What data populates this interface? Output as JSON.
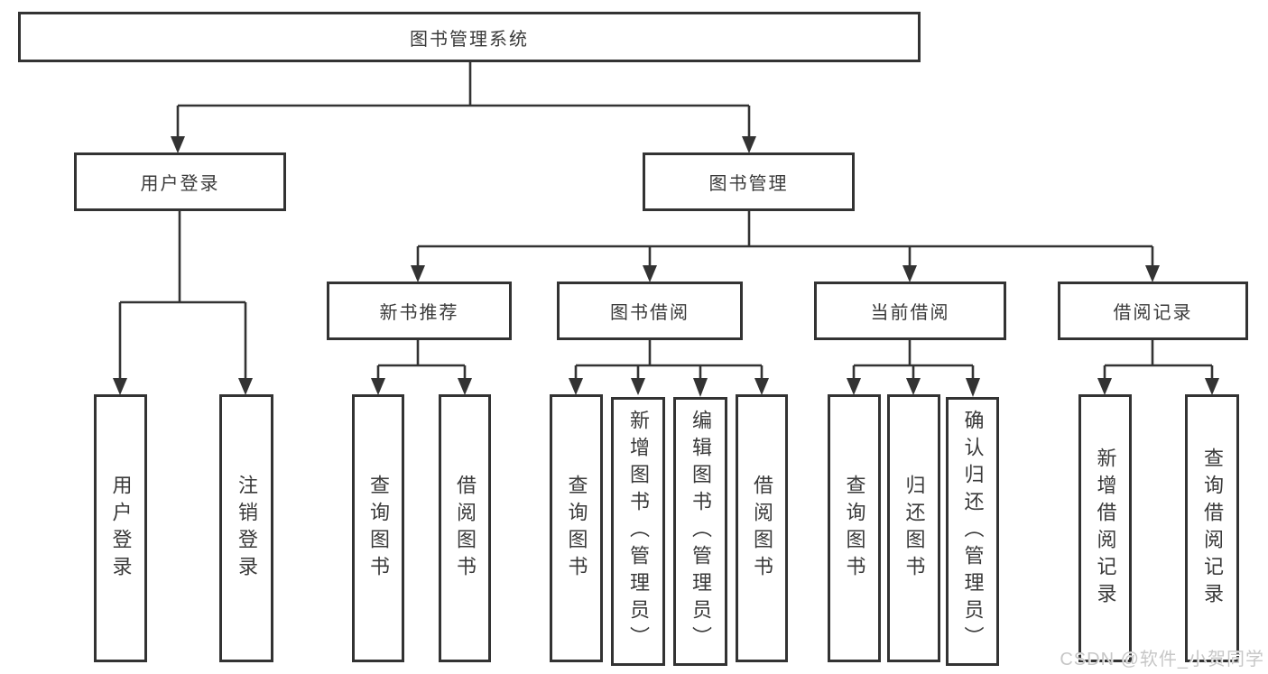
{
  "colors": {
    "line": "#333333",
    "box_border": "#333333",
    "box_background": "#ffffff",
    "text": "#3a3a3a",
    "watermark": "#c7c7c7"
  },
  "tree": {
    "label": "图书管理系统",
    "children": [
      {
        "label": "用户登录",
        "children": [
          {
            "label": "用户登录"
          },
          {
            "label": "注销登录"
          }
        ]
      },
      {
        "label": "图书管理",
        "children": [
          {
            "label": "新书推荐",
            "children": [
              {
                "label": "查询图书"
              },
              {
                "label": "借阅图书"
              }
            ]
          },
          {
            "label": "图书借阅",
            "children": [
              {
                "label": "查询图书"
              },
              {
                "label": "新增图书（管理员）"
              },
              {
                "label": "编辑图书（管理员）"
              },
              {
                "label": "借阅图书"
              }
            ]
          },
          {
            "label": "当前借阅",
            "children": [
              {
                "label": "查询图书"
              },
              {
                "label": "归还图书"
              },
              {
                "label": "确认归还（管理员）"
              }
            ]
          },
          {
            "label": "借阅记录",
            "children": [
              {
                "label": "新增借阅记录"
              },
              {
                "label": "查询借阅记录"
              }
            ]
          }
        ]
      }
    ]
  },
  "watermark": {
    "text": "CSDN @软件_小贺同学"
  }
}
